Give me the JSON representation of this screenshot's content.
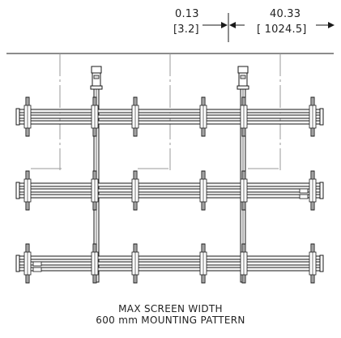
{
  "dimensions": {
    "gap_in": "0.13",
    "gap_mm": "[3.2]",
    "width_in": "40.33",
    "width_mm": "[ 1024.5]"
  },
  "caption": {
    "line1": "MAX SCREEN WIDTH",
    "line2": "600 mm MOUNTING PATTERN"
  },
  "layout": {
    "rows": 3,
    "mounts_per_row": 6,
    "connectors": 2
  },
  "colors": {
    "line": "#1a1a1a",
    "rail_fill": "#f4f4f4",
    "mount_fill": "#dcdcdc"
  }
}
